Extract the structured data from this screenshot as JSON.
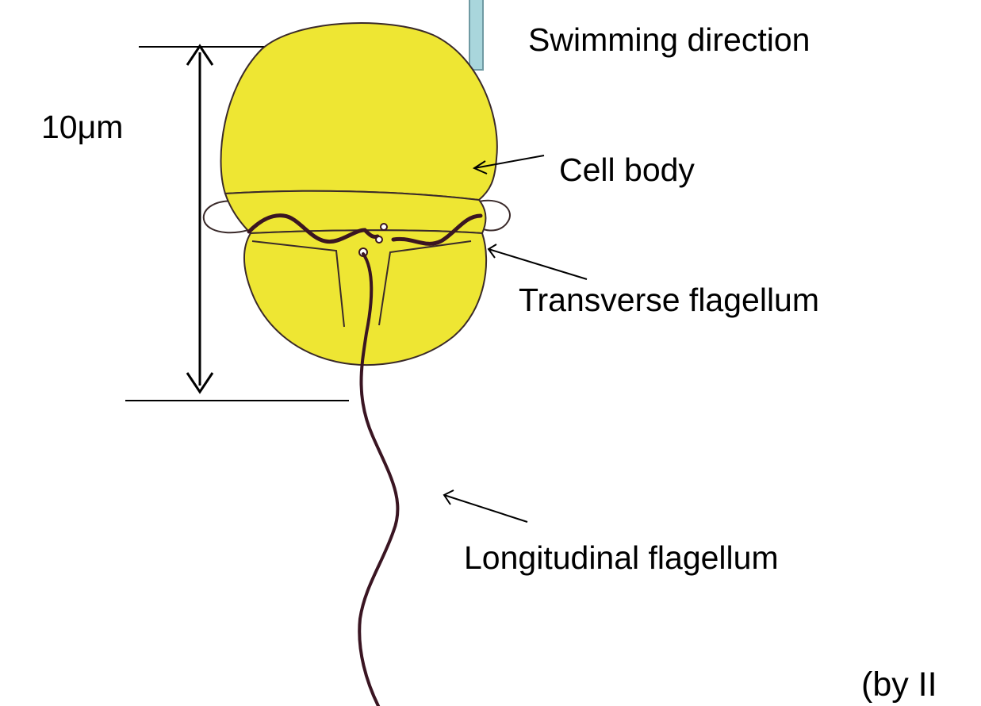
{
  "labels": {
    "swimming_direction": "Swimming direction",
    "cell_body": "Cell body",
    "transverse_flagellum": "Transverse flagellum",
    "longitudinal_flagellum": "Longitudinal flagellum",
    "scale": "10μm",
    "credit": "(by II"
  },
  "colors": {
    "cell_fill": "#eee633",
    "outline": "#3a2a2a",
    "flagellum": "#3a1522",
    "arrow_fill": "#a9d6dc",
    "arrow_stroke": "#6f9aa3"
  }
}
